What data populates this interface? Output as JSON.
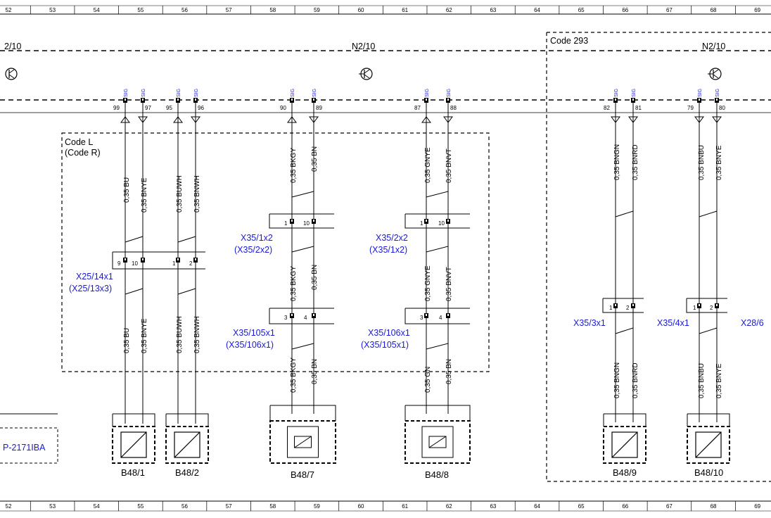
{
  "ruler": {
    "numbers": [
      "52",
      "53",
      "54",
      "55",
      "56",
      "57",
      "58",
      "59",
      "60",
      "61",
      "62",
      "63",
      "64",
      "65",
      "66",
      "67",
      "68",
      "69"
    ]
  },
  "header": {
    "left_ref": "2/10",
    "center_ref": "N2/10",
    "code_293": "Code 293",
    "right_ref": "N2/10"
  },
  "sig_text": "SIG",
  "pins": {
    "connector_pins": [
      "99",
      "97",
      "95",
      "96",
      "90",
      "89",
      "87",
      "88",
      "82",
      "81",
      "79",
      "80"
    ]
  },
  "code_box": {
    "line1": "Code L",
    "line2": "(Code R)"
  },
  "wires": {
    "w1": "0,35 BU",
    "w2": "0,35 BNYE",
    "w3": "0,35 BUWH",
    "w4": "0,35 BNWH",
    "w5": "0,35 BKGY",
    "w6": "0,35 BN",
    "w7": "0,35 GNYE",
    "w8": "0,35 BNVT",
    "w9": "0,35 BNGN",
    "w10": "0,35 BNRD",
    "w11": "0,35 BNBU",
    "w12": "0,35 BNYE",
    "w7b": "0,35 GN"
  },
  "connectors": {
    "x25_a": "X25/14x1",
    "x25_b": "(X25/13x3)",
    "x35_1_a": "X35/1x2",
    "x35_1_b": "(X35/2x2)",
    "x35_2_a": "X35/2x2",
    "x35_2_b": "(X35/1x2)",
    "x35_105_a": "X35/105x1",
    "x35_105_b": "(X35/106x1)",
    "x35_106_a": "X35/106x1",
    "x35_106_b": "(X35/105x1)",
    "x35_3": "X35/3x1",
    "x35_4": "X35/4x1",
    "x28": "X28/6"
  },
  "connector_pin_text": {
    "p9": "9",
    "p10": "10",
    "p1": "1",
    "p2": "2",
    "p3": "3",
    "p4": "4"
  },
  "components": {
    "b48_1": "B48/1",
    "b48_2": "B48/2",
    "b48_7": "B48/7",
    "b48_8": "B48/8",
    "b48_9": "B48/9",
    "b48_10": "B48/10",
    "left_box": "P-2171IBA"
  },
  "colors": {
    "line": "#000000",
    "blue_text": "#1a1ad6",
    "sig_text": "#2222cc"
  }
}
